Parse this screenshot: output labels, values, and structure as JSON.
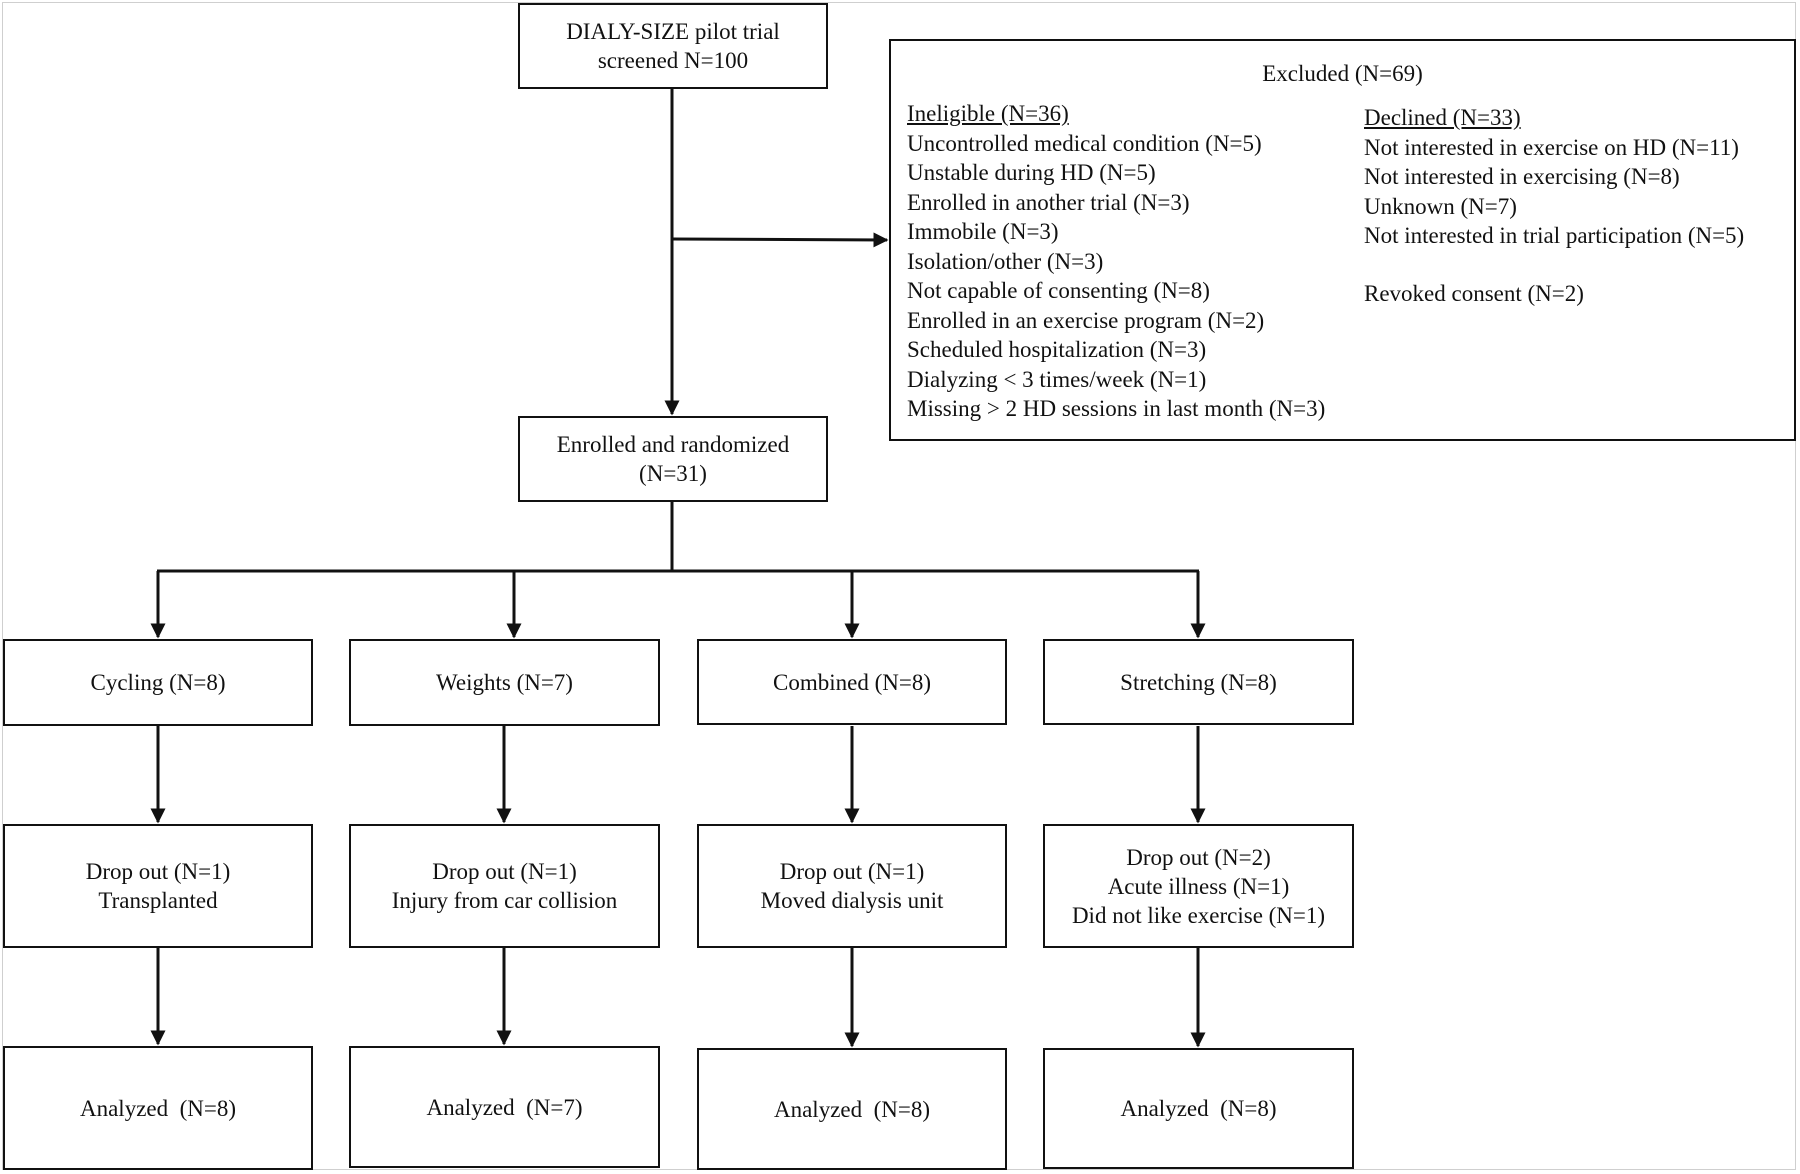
{
  "screened": {
    "lines": [
      "DIALY-SIZE pilot trial",
      "screened N=100"
    ]
  },
  "excluded": {
    "title": "Excluded (N=69)",
    "ineligible": {
      "heading": "Ineligible (N=36)",
      "items": [
        "Uncontrolled medical condition (N=5)",
        "Unstable during HD (N=5)",
        "Enrolled in another trial (N=3)",
        "Immobile (N=3)",
        "Isolation/other (N=3)",
        "Not capable of consenting (N=8)",
        "Enrolled in an exercise program (N=2)",
        "Scheduled hospitalization (N=3)",
        "Dialyzing < 3 times/week (N=1)",
        "Missing > 2 HD sessions in last month (N=3)"
      ]
    },
    "declined": {
      "heading": "Declined (N=33)",
      "items": [
        "Not interested in exercise on HD (N=11)",
        "Not interested in exercising (N=8)",
        "Unknown (N=7)",
        "Not interested in trial participation (N=5)"
      ]
    },
    "revoked": "Revoked consent (N=2)"
  },
  "enrolled": {
    "lines": [
      "Enrolled and randomized",
      "(N=31)"
    ]
  },
  "arms": [
    {
      "group": "Cycling (N=8)",
      "dropout": [
        "Drop out (N=1)",
        "Transplanted"
      ],
      "analyzed": "Analyzed  (N=8)"
    },
    {
      "group": "Weights (N=7)",
      "dropout": [
        "Drop out (N=1)",
        "Injury from car collision"
      ],
      "analyzed": "Analyzed  (N=7)"
    },
    {
      "group": "Combined (N=8)",
      "dropout": [
        "Drop out (N=1)",
        "Moved dialysis unit"
      ],
      "analyzed": "Analyzed  (N=8)"
    },
    {
      "group": "Stretching (N=8)",
      "dropout": [
        "Drop out (N=2)",
        "Acute illness (N=1)",
        "Did not like exercise (N=1)"
      ],
      "analyzed": "Analyzed  (N=8)"
    }
  ],
  "colors": {
    "line": "#111111",
    "background": "#ffffff",
    "frame": "#cfcfcf"
  }
}
